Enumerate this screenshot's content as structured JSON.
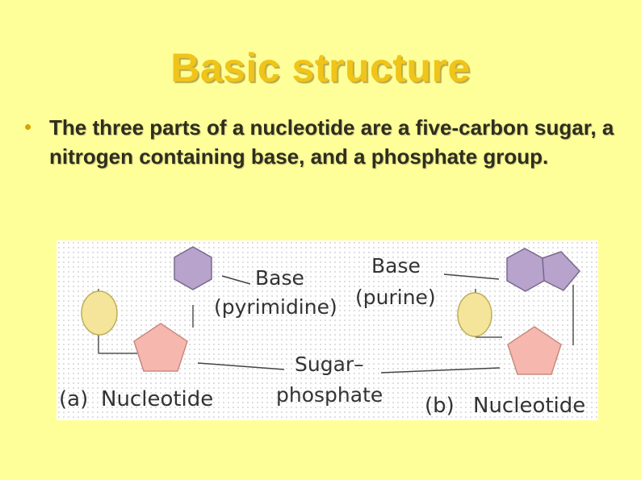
{
  "slide": {
    "title": "Basic structure",
    "bullet": "The three parts of a nucleotide  are a five-carbon sugar, a nitrogen containing base, and a phosphate group."
  },
  "diagram": {
    "labels": {
      "base_pyrimidine_line1": "Base",
      "base_pyrimidine_line2": "(pyrimidine)",
      "base_purine_line1": "Base",
      "base_purine_line2": "(purine)",
      "sugar_phosphate_line1": "Sugar–",
      "sugar_phosphate_line2": "phosphate",
      "panel_a_letter": "(a)",
      "panel_a_name": "Nucleotide",
      "panel_b_letter": "(b)",
      "panel_b_name": "Nucleotide"
    },
    "colors": {
      "phosphate": "#f4e59a",
      "sugar": "#f6b8ae",
      "base": "#b7a3cc"
    }
  }
}
